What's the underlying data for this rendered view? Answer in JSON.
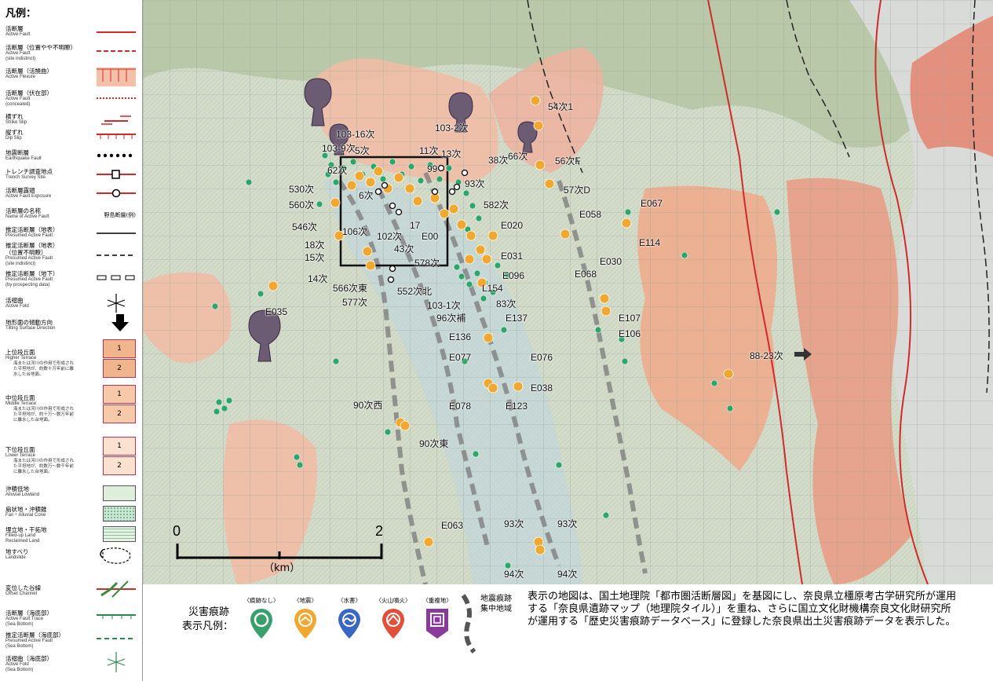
{
  "legend": {
    "title": "凡例：",
    "items": [
      {
        "jp": "活断層",
        "en": "Active  Fault"
      },
      {
        "jp": "活断層（位置やや不明瞭）",
        "en": "Active  Fault\n(site indistinct)"
      },
      {
        "jp": "活断層（活撓曲）",
        "en": "Active Flexure"
      },
      {
        "jp": "活断層（伏在部）",
        "en": "Active  Fault\n(concealed)"
      },
      {
        "jp": "横ずれ",
        "en": "Strike Slip"
      },
      {
        "jp": "縦ずれ",
        "en": "Dip Slip"
      },
      {
        "jp": "地震断層",
        "en": "Earthquake Fault"
      },
      {
        "jp": "トレンチ調査地点",
        "en": "Trench Survey Site"
      },
      {
        "jp": "活断層露頭",
        "en": "Active Fault Exposure"
      },
      {
        "jp": "活断層の名称",
        "en": "Name of Active Fault",
        "sym": "野島断層(例)"
      },
      {
        "jp": "推定活断層（地表）",
        "en": "Presumed Active Fault"
      },
      {
        "jp": "推定活断層（地表）\n（位置不明瞭）",
        "en": "Presumed Active Fault\n(site indistinct)"
      },
      {
        "jp": "推定活断層（地下）",
        "en": "Presumed Active Fault\n(by prospecting data)"
      },
      {
        "jp": "活褶曲",
        "en": "Active Fold"
      },
      {
        "jp": "地形面の傾動方向",
        "en": "Tilting Surface Direction"
      }
    ],
    "terraces": [
      {
        "jp": "上位段丘面",
        "en": "Higher Terrace",
        "desc": "海または河川の作用で形成された平坦地が、約数十万年前に離水した台地面。",
        "n1": "1",
        "n2": "2",
        "color": "#f0b58c"
      },
      {
        "jp": "中位段丘面",
        "en": "Middle Terrace",
        "desc": "海または河川の作用で形成された平坦地が、約十万～数万年前に離水した台地面。",
        "n1": "1",
        "n2": "2",
        "color": "#f6c9a9"
      },
      {
        "jp": "下位段丘面",
        "en": "Lower Terrace",
        "desc": "海または河川の作用で形成された平坦地が、約数万～数千年前に離水した台地面。",
        "n1": "1",
        "n2": "2",
        "color": "#fbe1cf"
      }
    ],
    "items2": [
      {
        "jp": "沖積低地",
        "en": "Alluvial Lowland"
      },
      {
        "jp": "扇状地・沖積錐",
        "en": "Fan・Alluvial Cone"
      },
      {
        "jp": "埋立地・干拓地",
        "en": "Filled-up Land\nReclaimed Land"
      },
      {
        "jp": "地すべり",
        "en": "Landslide"
      },
      {
        "jp": "変位した谷線",
        "en": "Offset Channel"
      },
      {
        "jp": "活断層（海底部）",
        "en": "Active Fault Trace\n(Sea Bottom)"
      },
      {
        "jp": "推定活断層（海底部）",
        "en": "Presumed Active Fault\n(Sea Bottom)"
      },
      {
        "jp": "活褶曲（海底部）",
        "en": "Active Fold\n(Sea Bottom)"
      }
    ]
  },
  "map_labels": [
    {
      "t": "103-16次"
    },
    {
      "t": "103-2次"
    },
    {
      "t": "54次1"
    },
    {
      "t": "103-9次"
    },
    {
      "t": "5次"
    },
    {
      "t": "11次"
    },
    {
      "t": "13次"
    },
    {
      "t": "66次"
    },
    {
      "t": "56次F"
    },
    {
      "t": "38次"
    },
    {
      "t": "62次"
    },
    {
      "t": "99"
    },
    {
      "t": "530次"
    },
    {
      "t": "57次D"
    },
    {
      "t": "6次"
    },
    {
      "t": "93次"
    },
    {
      "t": "560次"
    },
    {
      "t": "582次"
    },
    {
      "t": "E058"
    },
    {
      "t": "E067"
    },
    {
      "t": "546次"
    },
    {
      "t": "E020"
    },
    {
      "t": "106次"
    },
    {
      "t": "102次"
    },
    {
      "t": "17"
    },
    {
      "t": "E00"
    },
    {
      "t": "18次"
    },
    {
      "t": "E114"
    },
    {
      "t": "15次"
    },
    {
      "t": "43次"
    },
    {
      "t": "E031"
    },
    {
      "t": "578次"
    },
    {
      "t": "E030"
    },
    {
      "t": "14次"
    },
    {
      "t": "566次東"
    },
    {
      "t": "E096"
    },
    {
      "t": "E068"
    },
    {
      "t": "552次北"
    },
    {
      "t": "L154"
    },
    {
      "t": "577次"
    },
    {
      "t": "103-1次"
    },
    {
      "t": "83次"
    },
    {
      "t": "E035"
    },
    {
      "t": "96次補"
    },
    {
      "t": "E137"
    },
    {
      "t": "E107"
    },
    {
      "t": "E106"
    },
    {
      "t": "E136"
    },
    {
      "t": "E077"
    },
    {
      "t": "E076"
    },
    {
      "t": "88-23次"
    },
    {
      "t": "E038"
    },
    {
      "t": "90次西"
    },
    {
      "t": "E078"
    },
    {
      "t": "E123"
    },
    {
      "t": "90次東"
    },
    {
      "t": "E063"
    },
    {
      "t": "93次"
    },
    {
      "t": "93次"
    },
    {
      "t": "94次"
    },
    {
      "t": "94次"
    }
  ],
  "scale": {
    "start": "0",
    "end": "2",
    "unit": "（km）"
  },
  "pin_legend": {
    "title_line1": "災害痕跡",
    "title_line2": "表示凡例：",
    "pins": [
      {
        "label": "〈痕跡なし〉",
        "color": "#3aa06b",
        "icon": "none"
      },
      {
        "label": "〈地震〉",
        "color": "#f0a830",
        "icon": "quake"
      },
      {
        "label": "〈水害〉",
        "color": "#3a66c4",
        "icon": "flood"
      },
      {
        "label": "〈火山噴火〉",
        "color": "#e0503a",
        "icon": "volcano"
      },
      {
        "label": "〈重複地〉",
        "color": "#8a3a9a",
        "icon": "multi"
      }
    ],
    "zone_label": "地震痕跡\n集中地域"
  },
  "description": "表示の地図は、国土地理院「都市圏活断層図」を基図にし、奈良県立橿原考古学研究所が運用する「奈良県遺跡マップ（地理院タイル）」を重ね、さらに国立文化財機構奈良文化財研究所が運用する「歴史災害痕跡データベース」に登録した奈良県出土災害痕跡データを表示した。",
  "colors": {
    "fault": "#d02b2b",
    "terrace": "#f0a98a",
    "alluvial": "#cfdfcc",
    "earthquake_pin": "#f0a830",
    "none_pin": "#3aa06b"
  }
}
